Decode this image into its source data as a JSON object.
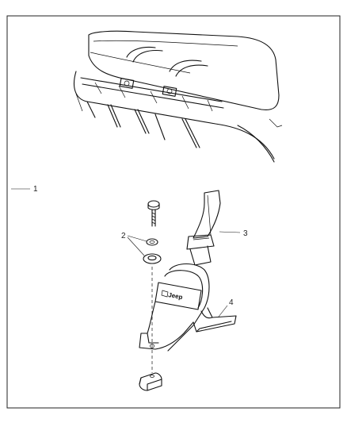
{
  "diagram": {
    "callouts": [
      {
        "id": "1",
        "label": "1"
      },
      {
        "id": "2",
        "label": "2"
      },
      {
        "id": "3",
        "label": "3"
      },
      {
        "id": "4",
        "label": "4"
      }
    ],
    "bracket_logo_text": "Jeep"
  }
}
